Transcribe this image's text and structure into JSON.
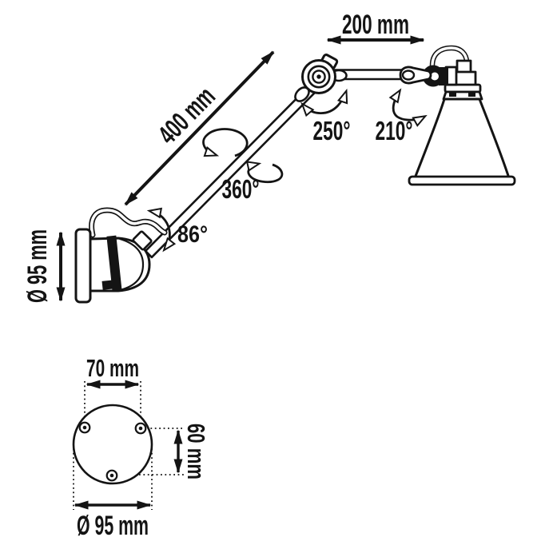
{
  "drawing": {
    "subject": "articulated-wall-lamp-technical-drawing",
    "colors": {
      "line": "#141414",
      "background": "#ffffff"
    },
    "main": {
      "upper_arm_length": "200 mm",
      "lower_arm_length": "400 mm",
      "wall_plate_diameter": "Ø 95 mm",
      "elbow_rotation": "250°",
      "shade_rotation": "210°",
      "arm_axial_rotation": "360°",
      "base_swivel_angle": "86°"
    },
    "plate": {
      "hole_spacing_width": "70 mm",
      "hole_spacing_height": "60 mm",
      "plate_diameter": "Ø 95 mm"
    }
  }
}
